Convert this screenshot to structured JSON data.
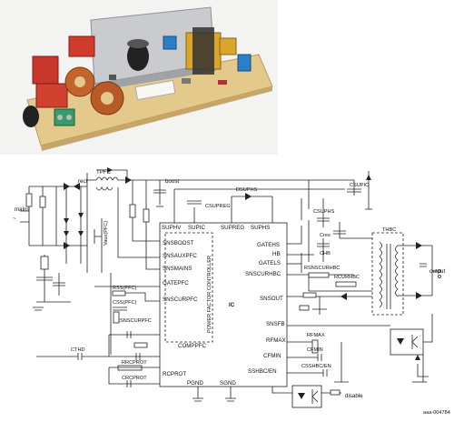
{
  "photo": {
    "description_icon": "pcb-photo"
  },
  "ic": {
    "label": "IC",
    "pfc_label": "POWER FACTOR CONTROLLER",
    "top_pins": [
      "SUPHV",
      "SUPIC",
      "SUPREG",
      "SUPHS"
    ],
    "left_pins": [
      "SNSBOOST",
      "SNSAUXPFC",
      "SNSMAINS",
      "GATEPFC",
      "SNSCURPFC",
      "COMPPFC",
      "RCPROT"
    ],
    "right_pins": [
      "GATEHS",
      "HB",
      "GATELS",
      "SNSCURHBC",
      "SNSOUT",
      "SNSFB",
      "RFMAX",
      "CFMIN",
      "SSHBC/EN"
    ],
    "bottom_pins": [
      "PGND",
      "SGND"
    ]
  },
  "labels": {
    "mains": "mains",
    "rect": "rect",
    "tpfc": "TPFC",
    "boost": "boost",
    "vaux": "Vaux(PFC)",
    "dsuphs": "DSUPHS",
    "csupreg": "CSUPREG",
    "csupic": "CSUPIC",
    "csuphs": "CSUPHS",
    "cres": "Cres",
    "chb": "CHB",
    "thbc": "THBC",
    "rsnscurhbc": "RSNSCURHBC",
    "rcurhbc": "RCURHBC",
    "rsspfc": "RSS(PFC)",
    "csspfc": "CSS(PFC)",
    "rsnscurpfc": "RSNSCURPFC",
    "cthd": "CTHD",
    "rrcprot": "RRCPROT",
    "crcprot": "CRCPROT",
    "rfmax_r": "RFMAX",
    "cfmin_c": "CFMIN",
    "csshbc": "CSSHBC/EN",
    "output": "output",
    "disable": "disable",
    "figure_id": "aaa-004784"
  }
}
